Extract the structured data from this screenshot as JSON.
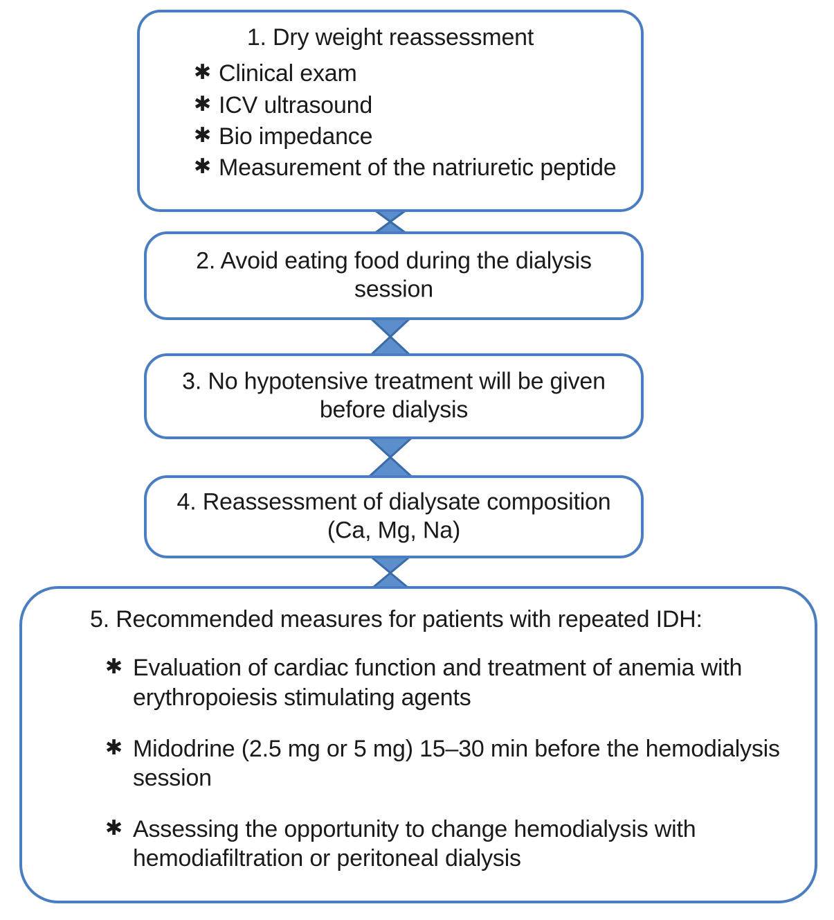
{
  "diagram": {
    "type": "flowchart",
    "orientation": "vertical",
    "accent_color": "#4a7ec0",
    "connector_color": "#4a7ec0",
    "connector_fill": "#5b8ecb",
    "background_color": "#ffffff",
    "text_color": "#1a1a1a",
    "bullet_glyph": "✱",
    "bullet_icon_name": "asterisk-bullet-icon",
    "nodes": [
      {
        "id": "step-1",
        "title": "1. Dry weight reassessment",
        "bullets": [
          "Clinical exam",
          "ICV ultrasound",
          "Bio impedance",
          "Measurement of the natriuretic peptide"
        ]
      },
      {
        "id": "step-2",
        "title": "2. Avoid eating food during the dialysis\nsession",
        "bullets": []
      },
      {
        "id": "step-3",
        "title": "3. No hypotensive treatment will be given\nbefore dialysis",
        "bullets": []
      },
      {
        "id": "step-4",
        "title": "4. Reassessment of dialysate composition\n(Ca, Mg, Na)",
        "bullets": []
      },
      {
        "id": "step-5",
        "title": "5. Recommended measures for patients with repeated IDH:",
        "bullets": [
          "Evaluation of cardiac function and treatment of anemia with erythropoiesis stimulating agents",
          "Midodrine (2.5 mg or 5 mg) 15–30 min before the hemodialysis session",
          "Assessing the opportunity to change hemodialysis with hemodiafiltration or peritoneal dialysis"
        ]
      }
    ],
    "connectors": [
      {
        "id": "connector-1-2",
        "from": "step-1",
        "to": "step-2",
        "shape": "bowtie"
      },
      {
        "id": "connector-2-3",
        "from": "step-2",
        "to": "step-3",
        "shape": "bowtie"
      },
      {
        "id": "connector-3-4",
        "from": "step-3",
        "to": "step-4",
        "shape": "bowtie"
      },
      {
        "id": "connector-4-5",
        "from": "step-4",
        "to": "step-5",
        "shape": "bowtie"
      }
    ]
  }
}
